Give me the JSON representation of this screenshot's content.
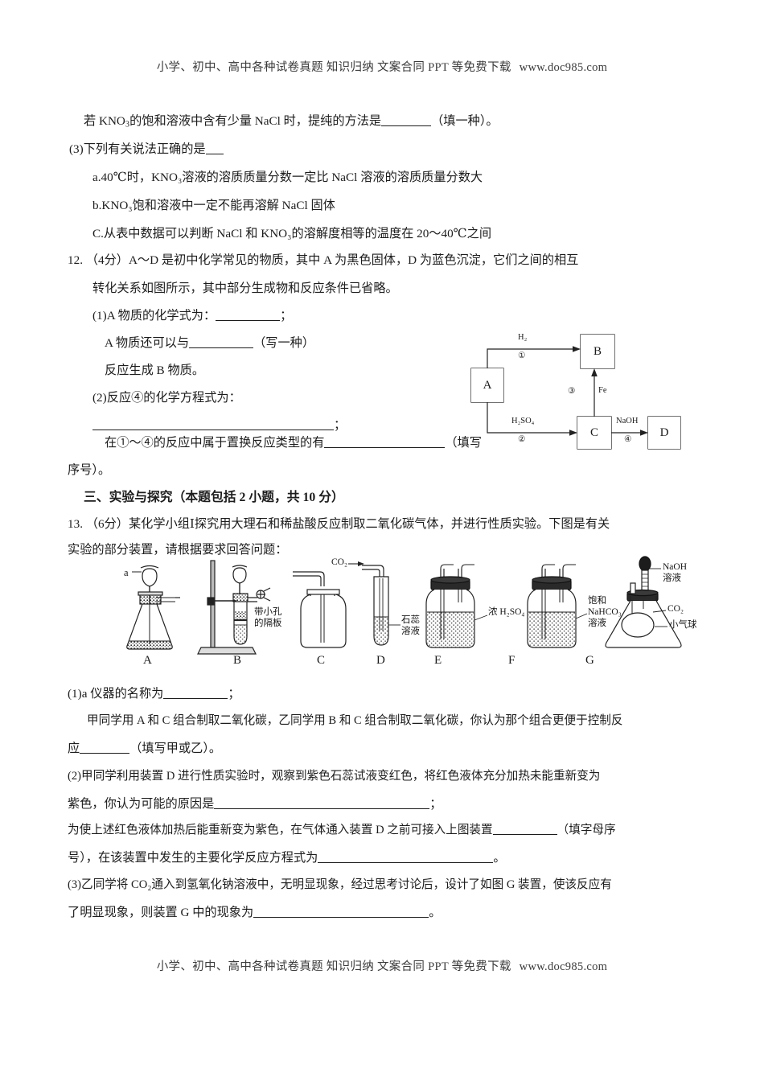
{
  "watermark": {
    "text": "小学、初中、高中各种试卷真题 知识归纳 文案合同 PPT 等免费下载",
    "url": "www.doc985.com"
  },
  "q11_continued": {
    "line_pre": "若 KNO",
    "line_sub": "3",
    "line_post": "的饱和溶液中含有少量 NaCl 时，提纯的方法是",
    "line_tail": "（填一种）。",
    "part3_stem": "(3)下列有关说法正确的是",
    "options": [
      "a.40℃时，KNO₃溶液的溶质质量分数一定比 NaCl 溶液的溶质质量分数大",
      "b.KNO₃饱和溶液中一定不能再溶解 NaCl 固体",
      "C.从表中数据可以判断 NaCl 和 KNO₃的溶解度相等的温度在 20～40℃之间"
    ]
  },
  "q12": {
    "number": "12.",
    "score": "（4分）",
    "stem_line1": "A～D 是初中化学常见的物质，其中 A 为黑色固体，D 为蓝色沉淀，它们之间的相互",
    "stem_line2": "转化关系如图所示，其中部分生成物和反应条件已省略。",
    "sub1_pre": "(1)A 物质的化学式为：",
    "sub1_post": "；",
    "sub1_line2_pre": "A 物质还可以与",
    "sub1_line2_post": "（写一种）",
    "sub1_line3": "反应生成 B 物质。",
    "sub2": "(2)反应④的化学方程式为：",
    "sub2_rule_tail": "；",
    "sub3_pre": "在①～④的反应中属于置换反应类型的有",
    "sub3_post": "（填写",
    "sub3_line2": "序号）。",
    "diagram": {
      "nodes": [
        {
          "id": "A",
          "label": "A"
        },
        {
          "id": "B",
          "label": "B"
        },
        {
          "id": "C",
          "label": "C"
        },
        {
          "id": "D",
          "label": "D"
        }
      ],
      "edges": [
        {
          "reagent": "H₂",
          "number": "①",
          "from": "A",
          "to": "B"
        },
        {
          "reagent": "H₂SO₄",
          "number": "②",
          "from": "A",
          "to": "C"
        },
        {
          "reagent": "Fe",
          "number": "③",
          "from": "C",
          "to": "B"
        },
        {
          "reagent": "NaOH",
          "number": "④",
          "from": "C",
          "to": "D"
        }
      ]
    }
  },
  "section": {
    "heading": "三、实验与探究（本题包括 2 小题，共 10 分）"
  },
  "q13": {
    "number": "13.",
    "score": "（6分）",
    "stem_line1": "某化学小组Ⅰ探究用大理石和稀盐酸反应制取二氧化碳气体，并进行性质实验。下图是有关",
    "stem_line2": "实验的部分装置，请根据要求回答问题：",
    "apparatus": [
      {
        "id": "A",
        "label": "A",
        "annotations": [
          "a"
        ]
      },
      {
        "id": "B",
        "label": "B",
        "annotations": [
          "带小孔",
          "的隔板"
        ]
      },
      {
        "id": "C",
        "label": "C",
        "annotations": []
      },
      {
        "id": "D",
        "label": "D",
        "annotations": [
          "CO₂",
          "石蕊",
          "溶液"
        ]
      },
      {
        "id": "E",
        "label": "E",
        "annotations": [
          "浓 H₂SO₄"
        ]
      },
      {
        "id": "F",
        "label": "F",
        "annotations": [
          "饱和",
          "NaHCO₃",
          "溶液"
        ]
      },
      {
        "id": "G",
        "label": "G",
        "annotations": [
          "NaOH",
          "溶液",
          "CO₂",
          "小气球"
        ]
      }
    ],
    "sub1_pre": "(1)a 仪器的名称为",
    "sub1_post": "；",
    "sub1_line2": "甲同学用 A 和 C 组合制取二氧化碳，乙同学用 B 和 C 组合制取二氧化碳，你认为那个组合更便于控制反",
    "sub1_line3_pre": "应",
    "sub1_line3_post": "（填写甲或乙）。",
    "sub2_line1": "(2)甲同学利用装置 D 进行性质实验时，观察到紫色石蕊试液变红色，将红色液体充分加热未能重新变为",
    "sub2_line2_pre": "紫色，你认为可能的原因是",
    "sub2_line2_post": "；",
    "sub2_line3_pre": "为使上述红色液体加热后能重新变为紫色，在气体通入装置 D 之前可接入上图装置",
    "sub2_line3_post": "（填字母序",
    "sub2_line4_pre": "号），在该装置中发生的主要化学反应方程式为",
    "sub2_line4_post": "。",
    "sub3_line1": "(3)乙同学将 CO₂通入到氢氧化钠溶液中，无明显现象，经过思考讨论后，设计了如图 G 装置，使该反应有",
    "sub3_line2_pre": "了明显现象，则装置 G 中的现象为",
    "sub3_line2_post": "。"
  }
}
